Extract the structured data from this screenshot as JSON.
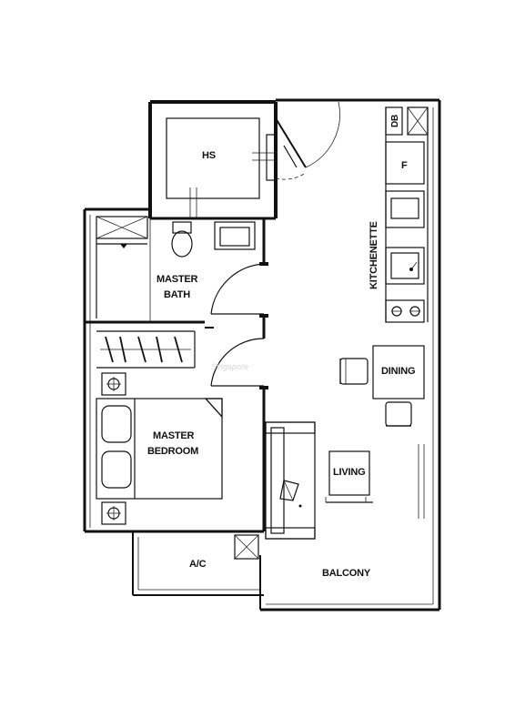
{
  "floorplan": {
    "rooms": {
      "hs": "HS",
      "master_bath_line1": "MASTER",
      "master_bath_line2": "BATH",
      "master_bedroom_line1": "MASTER",
      "master_bedroom_line2": "BEDROOM",
      "kitchenette": "KITCHENETTE",
      "dining": "DINING",
      "living": "LIVING",
      "ac": "A/C",
      "balcony": "BALCONY"
    },
    "fixtures": {
      "db": "DB",
      "fridge": "F"
    },
    "watermark": "Singapore"
  }
}
